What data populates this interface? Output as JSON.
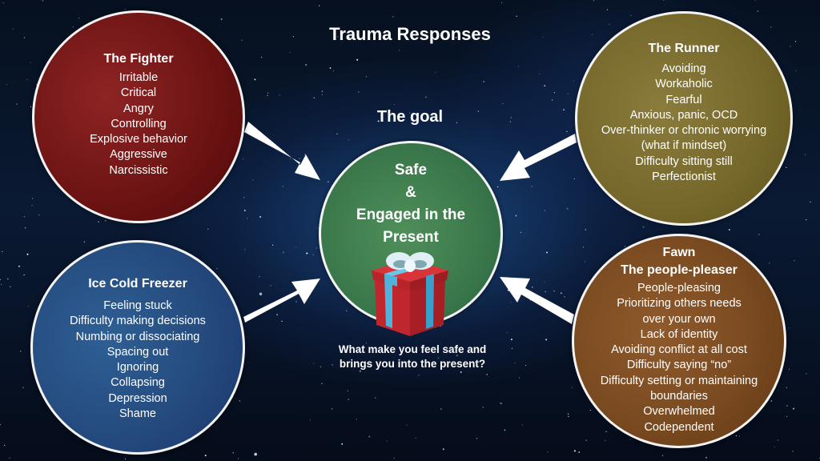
{
  "title": "Trauma Responses",
  "goal": {
    "label": "The goal",
    "lines": [
      "Safe",
      "&",
      "Engaged in the",
      "Present"
    ],
    "icon": "gift-icon",
    "question_lines": [
      "What make you feel safe and",
      "brings you into the present?"
    ],
    "color": "#3c7a4c"
  },
  "fighter": {
    "title": "The Fighter",
    "color": "#6e1414",
    "items": [
      "Irritable",
      "Critical",
      "Angry",
      "Controlling",
      "Explosive behavior",
      "Aggressive",
      "Narcissistic"
    ]
  },
  "runner": {
    "title": "The Runner",
    "color": "#75672a",
    "items": [
      "Avoiding",
      "Workaholic",
      "Fearful",
      "Anxious, panic, OCD",
      "Over-thinker or chronic worrying",
      "(what if mindset)",
      "Difficulty sitting still",
      "Perfectionist"
    ]
  },
  "freezer": {
    "title": "Ice Cold Freezer",
    "color": "#254b7e",
    "items": [
      "Feeling stuck",
      "Difficulty making decisions",
      "Numbing or dissociating",
      "Spacing out",
      "Ignoring",
      "Collapsing",
      "Depression",
      "Shame"
    ]
  },
  "fawn": {
    "title_lines": [
      "Fawn",
      "The people-pleaser"
    ],
    "color": "#7a4a20",
    "items": [
      "People-pleasing",
      "Prioritizing others needs",
      "over your own",
      "Lack of identity",
      "Avoiding conflict at all cost",
      "Difficulty saying “no”",
      "Difficulty setting or maintaining",
      "boundaries",
      "Overwhelmed",
      "Codependent"
    ]
  }
}
